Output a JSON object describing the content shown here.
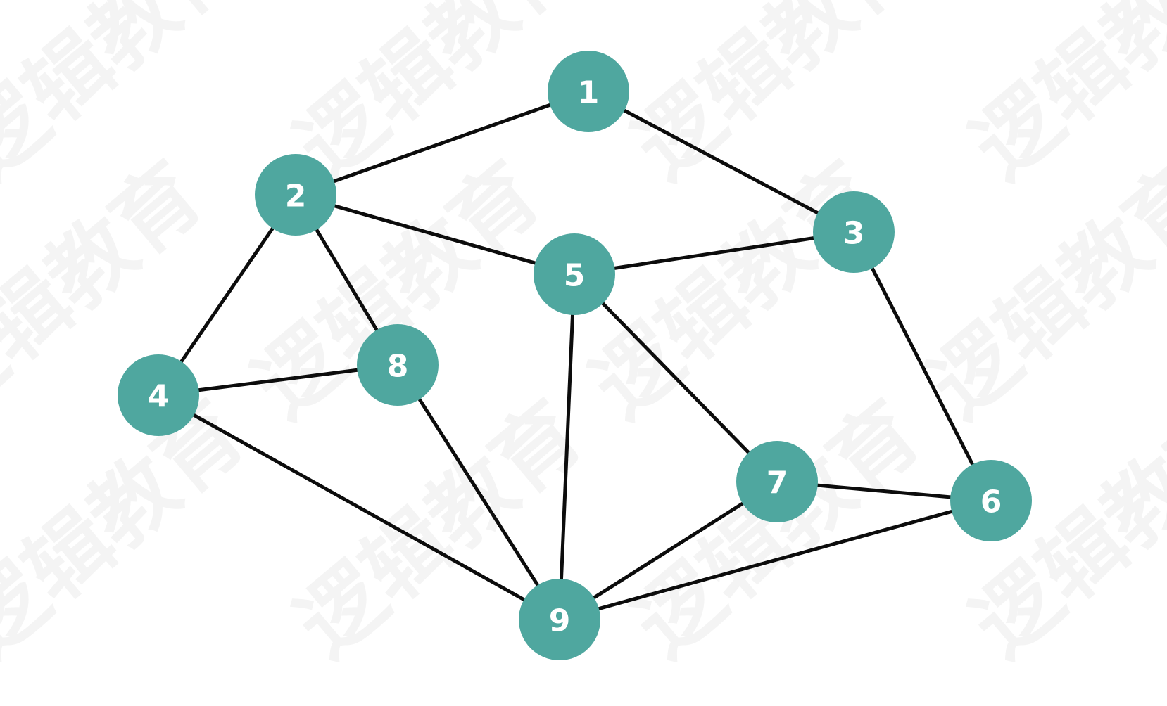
{
  "watermark": {
    "text": "逻辑教育",
    "color": "#f4f4f4"
  },
  "graph": {
    "node_fill": "#4fa79f",
    "label_color": "#ffffff",
    "edge_color": "#0c0c0c",
    "nodes": [
      {
        "id": "1",
        "label": "1"
      },
      {
        "id": "2",
        "label": "2"
      },
      {
        "id": "3",
        "label": "3"
      },
      {
        "id": "4",
        "label": "4"
      },
      {
        "id": "5",
        "label": "5"
      },
      {
        "id": "6",
        "label": "6"
      },
      {
        "id": "7",
        "label": "7"
      },
      {
        "id": "8",
        "label": "8"
      },
      {
        "id": "9",
        "label": "9"
      }
    ],
    "edges": [
      [
        "1",
        "2"
      ],
      [
        "1",
        "3"
      ],
      [
        "2",
        "5"
      ],
      [
        "2",
        "4"
      ],
      [
        "2",
        "8"
      ],
      [
        "3",
        "5"
      ],
      [
        "3",
        "6"
      ],
      [
        "4",
        "8"
      ],
      [
        "4",
        "9"
      ],
      [
        "5",
        "9"
      ],
      [
        "5",
        "7"
      ],
      [
        "8",
        "9"
      ],
      [
        "7",
        "6"
      ],
      [
        "7",
        "9"
      ],
      [
        "6",
        "9"
      ]
    ]
  }
}
